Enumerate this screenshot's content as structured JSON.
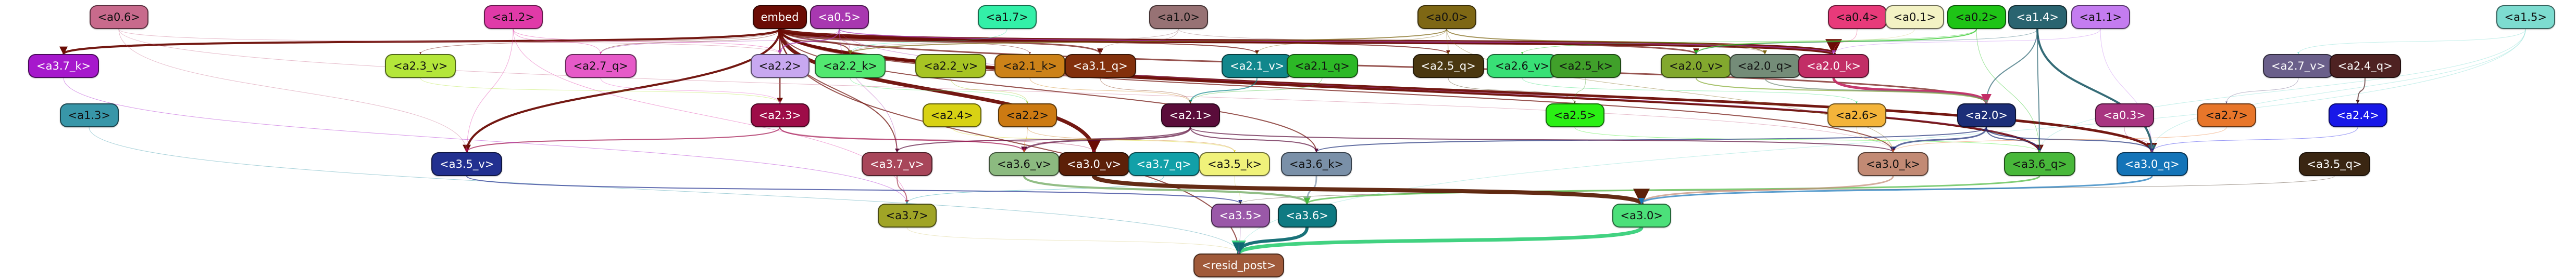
{
  "colors": {
    "background": "#ffffff"
  },
  "nodes": [
    {
      "id": "a0_6",
      "label": "<a0.6>",
      "fill": "#c86a8c",
      "dark": false
    },
    {
      "id": "a1_2",
      "label": "<a1.2>",
      "fill": "#e03aa8",
      "dark": false
    },
    {
      "id": "embed",
      "label": "embed",
      "fill": "#6b0c05",
      "dark": true
    },
    {
      "id": "a0_5",
      "label": "<a0.5>",
      "fill": "#a838b0",
      "dark": true
    },
    {
      "id": "a1_7",
      "label": "<a1.7>",
      "fill": "#33f0a8",
      "dark": false
    },
    {
      "id": "a1_0",
      "label": "<a1.0>",
      "fill": "#977274",
      "dark": false
    },
    {
      "id": "a0_0",
      "label": "<a0.0>",
      "fill": "#7e6714",
      "dark": false
    },
    {
      "id": "a0_4",
      "label": "<a0.4>",
      "fill": "#e83a7a",
      "dark": false
    },
    {
      "id": "a0_1",
      "label": "<a0.1>",
      "fill": "#f3f2c4",
      "dark": false
    },
    {
      "id": "a0_2",
      "label": "<a0.2>",
      "fill": "#1ec416",
      "dark": false
    },
    {
      "id": "a1_4",
      "label": "<a1.4>",
      "fill": "#2a6470",
      "dark": true
    },
    {
      "id": "a1_1",
      "label": "<a1.1>",
      "fill": "#c47cf0",
      "dark": false
    },
    {
      "id": "a1_5",
      "label": "<a1.5>",
      "fill": "#7ddcd0",
      "dark": false
    },
    {
      "id": "a3_7_k",
      "label": "<a3.7_k>",
      "fill": "#a618cc",
      "dark": true
    },
    {
      "id": "a2_3_v",
      "label": "<a2.3_v>",
      "fill": "#b4e63a",
      "dark": false
    },
    {
      "id": "a2_7_q",
      "label": "<a2.7_q>",
      "fill": "#e65ac8",
      "dark": false
    },
    {
      "id": "a2_2",
      "label": "<a2.2>",
      "fill": "#c8a8f0",
      "dark": false
    },
    {
      "id": "a2_2_k",
      "label": "<a2.2_k>",
      "fill": "#52e870",
      "dark": false
    },
    {
      "id": "a2_2_v",
      "label": "<a2.2_v>",
      "fill": "#a7c423",
      "dark": false
    },
    {
      "id": "a2_1_k",
      "label": "<a2.1_k>",
      "fill": "#cc8218",
      "dark": false
    },
    {
      "id": "a3_1_q",
      "label": "<a3.1_q>",
      "fill": "#82300c",
      "dark": true
    },
    {
      "id": "a2_1_v",
      "label": "<a2.1_v>",
      "fill": "#11878c",
      "dark": true
    },
    {
      "id": "a2_1_q",
      "label": "<a2.1_q>",
      "fill": "#2cb826",
      "dark": false
    },
    {
      "id": "a2_5_q",
      "label": "<a2.5_q>",
      "fill": "#4a3710",
      "dark": true
    },
    {
      "id": "a2_6_v",
      "label": "<a2.6_v>",
      "fill": "#38e076",
      "dark": false
    },
    {
      "id": "a2_5_k",
      "label": "<a2.5_k>",
      "fill": "#40a02a",
      "dark": false
    },
    {
      "id": "a2_0_v",
      "label": "<a2.0_v>",
      "fill": "#82a82e",
      "dark": false
    },
    {
      "id": "a2_0_q",
      "label": "<a2.0_q>",
      "fill": "#748c78",
      "dark": false
    },
    {
      "id": "a2_0_k",
      "label": "<a2.0_k>",
      "fill": "#c22e66",
      "dark": true
    },
    {
      "id": "a2_7_v",
      "label": "<a2.7_v>",
      "fill": "#6a5f8a",
      "dark": true
    },
    {
      "id": "a2_4_q",
      "label": "<a2.4_q>",
      "fill": "#4e2222",
      "dark": true
    },
    {
      "id": "a1_3",
      "label": "<a1.3>",
      "fill": "#3896a8",
      "dark": false
    },
    {
      "id": "a2_3",
      "label": "<a2.3>",
      "fill": "#9e0c48",
      "dark": true
    },
    {
      "id": "a2_4",
      "label": "<a2.4>",
      "fill": "#d8d214",
      "dark": false
    },
    {
      "id": "a2_2b",
      "label": "<a2.2>",
      "fill": "#cc7a12",
      "dark": false
    },
    {
      "id": "a2_1",
      "label": "<a2.1>",
      "fill": "#5a0c3a",
      "dark": true
    },
    {
      "id": "a2_5",
      "label": "<a2.5>",
      "fill": "#2af014",
      "dark": false
    },
    {
      "id": "a2_6",
      "label": "<a2.6>",
      "fill": "#f4b43a",
      "dark": false
    },
    {
      "id": "a2_0",
      "label": "<a2.0>",
      "fill": "#1c2e78",
      "dark": true
    },
    {
      "id": "a0_3",
      "label": "<a0.3>",
      "fill": "#a83480",
      "dark": true
    },
    {
      "id": "a2_7",
      "label": "<a2.7>",
      "fill": "#e8762a",
      "dark": false
    },
    {
      "id": "a2_4b",
      "label": "<a2.4>",
      "fill": "#1818e8",
      "dark": true
    },
    {
      "id": "a3_5_v",
      "label": "<a3.5_v>",
      "fill": "#223090",
      "dark": true
    },
    {
      "id": "a3_7_v",
      "label": "<a3.7_v>",
      "fill": "#a8465a",
      "dark": true
    },
    {
      "id": "a3_6_v",
      "label": "<a3.6_v>",
      "fill": "#8cba80",
      "dark": false
    },
    {
      "id": "a3_0_v",
      "label": "<a3.0_v>",
      "fill": "#5c2008",
      "dark": true
    },
    {
      "id": "a3_7_q",
      "label": "<a3.7_q>",
      "fill": "#12a0a8",
      "dark": true
    },
    {
      "id": "a3_5_k",
      "label": "<a3.5_k>",
      "fill": "#f0f27a",
      "dark": false
    },
    {
      "id": "a3_6_k",
      "label": "<a3.6_k>",
      "fill": "#7a90a8",
      "dark": false
    },
    {
      "id": "a3_0_k",
      "label": "<a3.0_k>",
      "fill": "#c28a74",
      "dark": false
    },
    {
      "id": "a3_6_q",
      "label": "<a3.6_q>",
      "fill": "#48b83a",
      "dark": false
    },
    {
      "id": "a3_0_q",
      "label": "<a3.0_q>",
      "fill": "#1474b8",
      "dark": true
    },
    {
      "id": "a3_5_q",
      "label": "<a3.5_q>",
      "fill": "#3a2612",
      "dark": true
    },
    {
      "id": "a3_7",
      "label": "<a3.7>",
      "fill": "#a0a426",
      "dark": false
    },
    {
      "id": "a3_5",
      "label": "<a3.5>",
      "fill": "#9a58a8",
      "dark": true
    },
    {
      "id": "a3_6",
      "label": "<a3.6>",
      "fill": "#0e7a82",
      "dark": true
    },
    {
      "id": "a3_0",
      "label": "<a3.0>",
      "fill": "#4ce07a",
      "dark": false
    },
    {
      "id": "resid_post",
      "label": "<resid_post>",
      "fill": "#a05a3a",
      "dark": true
    }
  ],
  "edges": [
    {
      "from": "embed",
      "to": "a2_0_k",
      "color": "#6b0c05",
      "weight": 8
    },
    {
      "from": "embed",
      "to": "a3_0_v",
      "color": "#6b0c05",
      "weight": 7
    },
    {
      "from": "embed",
      "to": "a3_0_q",
      "color": "#6b0c05",
      "weight": 5
    },
    {
      "from": "embed",
      "to": "a3_6_q",
      "color": "#6b0c05",
      "weight": 4
    },
    {
      "from": "embed",
      "to": "a3_7_k",
      "color": "#6b0c05",
      "weight": 4
    },
    {
      "from": "embed",
      "to": "a3_5_v",
      "color": "#6b0c05",
      "weight": 4
    },
    {
      "from": "embed",
      "to": "a2_3",
      "color": "#6b0c05",
      "weight": 3
    },
    {
      "from": "embed",
      "to": "a3_1_q",
      "color": "#6b0c05",
      "weight": 3
    },
    {
      "from": "embed",
      "to": "a2_0_v",
      "color": "#6b0c05",
      "weight": 3
    },
    {
      "from": "embed",
      "to": "a2_0",
      "color": "#6b0c05",
      "weight": 3
    },
    {
      "from": "embed",
      "to": "a3_0_k",
      "color": "#6b0c05",
      "weight": 2
    },
    {
      "from": "embed",
      "to": "a2_2",
      "color": "#6b0c05",
      "weight": 2
    },
    {
      "from": "embed",
      "to": "a2_2_k",
      "color": "#6b0c05",
      "weight": 2
    },
    {
      "from": "embed",
      "to": "a2_5_q",
      "color": "#6b0c05",
      "weight": 2
    },
    {
      "from": "embed",
      "to": "a2_1_v",
      "color": "#6b0c05",
      "weight": 2
    },
    {
      "from": "embed",
      "to": "a3_6_k",
      "color": "#6b0c05",
      "weight": 2
    },
    {
      "from": "embed",
      "to": "a3_7_v",
      "color": "#6b0c05",
      "weight": 2
    },
    {
      "from": "embed",
      "to": "a2_7_q",
      "color": "#6b0c05",
      "weight": 1
    },
    {
      "from": "embed",
      "to": "a2_3_v",
      "color": "#6b0c05",
      "weight": 1
    },
    {
      "from": "embed",
      "to": "a2_1_k",
      "color": "#6b0c05",
      "weight": 1
    },
    {
      "from": "embed",
      "to": "resid_post",
      "color": "#6b0c05",
      "weight": 2
    },
    {
      "from": "a0_5",
      "to": "a2_2",
      "color": "#a838b0",
      "weight": 2
    },
    {
      "from": "a0_5",
      "to": "a2_0_k",
      "color": "#a838b0",
      "weight": 2
    },
    {
      "from": "a0_5",
      "to": "a3_7_v",
      "color": "#a838b0",
      "weight": 1
    },
    {
      "from": "a0_5",
      "to": "a2_2_k",
      "color": "#a838b0",
      "weight": 1
    },
    {
      "from": "a0_5",
      "to": "a3_6_q",
      "color": "#a838b0",
      "weight": 1
    },
    {
      "from": "a0_5",
      "to": "a2_7_q",
      "color": "#a838b0",
      "weight": 1
    },
    {
      "from": "a1_2",
      "to": "a2_2",
      "color": "#e03aa8",
      "weight": 1
    },
    {
      "from": "a1_2",
      "to": "a3_5_v",
      "color": "#e03aa8",
      "weight": 1
    },
    {
      "from": "a1_2",
      "to": "a2_7_q",
      "color": "#e03aa8",
      "weight": 1
    },
    {
      "from": "a1_2",
      "to": "a3_7",
      "color": "#e03aa8",
      "weight": 1
    },
    {
      "from": "a0_6",
      "to": "a3_5_v",
      "color": "#c86a8c",
      "weight": 1
    },
    {
      "from": "a0_6",
      "to": "a2_2",
      "color": "#c86a8c",
      "weight": 1
    },
    {
      "from": "a0_6",
      "to": "a3_0_k",
      "color": "#c86a8c",
      "weight": 1
    },
    {
      "from": "a1_7",
      "to": "a2_2_k",
      "color": "#33f0a8",
      "weight": 1
    },
    {
      "from": "a1_0",
      "to": "a2_0_q",
      "color": "#977274",
      "weight": 1
    },
    {
      "from": "a1_0",
      "to": "a2_2_k",
      "color": "#977274",
      "weight": 1
    },
    {
      "from": "a1_0",
      "to": "a3_1_q",
      "color": "#977274",
      "weight": 1
    },
    {
      "from": "a0_0",
      "to": "a2_2_k",
      "color": "#7e6714",
      "weight": 2
    },
    {
      "from": "a0_0",
      "to": "a2_0_q",
      "color": "#7e6714",
      "weight": 2
    },
    {
      "from": "a0_0",
      "to": "a3_0_k",
      "color": "#7e6714",
      "weight": 1
    },
    {
      "from": "a0_0",
      "to": "a2_5_q",
      "color": "#7e6714",
      "weight": 1
    },
    {
      "from": "a0_0",
      "to": "a2_1_v",
      "color": "#7e6714",
      "weight": 1
    },
    {
      "from": "a0_2",
      "to": "a2_0_v",
      "color": "#1ec416",
      "weight": 2
    },
    {
      "from": "a0_2",
      "to": "a3_6_q",
      "color": "#1ec416",
      "weight": 1
    },
    {
      "from": "a0_2",
      "to": "a2_6_v",
      "color": "#1ec416",
      "weight": 1
    },
    {
      "from": "a0_4",
      "to": "a2_0_k",
      "color": "#e83a7a",
      "weight": 1
    },
    {
      "from": "a0_1",
      "to": "a2_0_v",
      "color": "#d8d28a",
      "weight": 1
    },
    {
      "from": "a1_4",
      "to": "a3_0_q",
      "color": "#2a6470",
      "weight": 4
    },
    {
      "from": "a1_4",
      "to": "a3_6_q",
      "color": "#2a6470",
      "weight": 2
    },
    {
      "from": "a1_4",
      "to": "a2_0",
      "color": "#2a6470",
      "weight": 2
    },
    {
      "from": "a1_4",
      "to": "a2_0_v",
      "color": "#2a6470",
      "weight": 1
    },
    {
      "from": "a1_1",
      "to": "a3_0_q",
      "color": "#c47cf0",
      "weight": 1
    },
    {
      "from": "a1_1",
      "to": "a2_0_k",
      "color": "#c47cf0",
      "weight": 1
    },
    {
      "from": "a1_5",
      "to": "a3_0_q",
      "color": "#7ddcd0",
      "weight": 1
    },
    {
      "from": "a1_5",
      "to": "a3_6_q",
      "color": "#7ddcd0",
      "weight": 1
    },
    {
      "from": "a1_5",
      "to": "a2_7_v",
      "color": "#7ddcd0",
      "weight": 1
    },
    {
      "from": "a1_5",
      "to": "resid_post",
      "color": "#7ddcd0",
      "weight": 1
    },
    {
      "from": "a1_3",
      "to": "resid_post",
      "color": "#3896a8",
      "weight": 1
    },
    {
      "from": "a2_0_k",
      "to": "a2_0",
      "color": "#c22e66",
      "weight": 5
    },
    {
      "from": "a2_0_v",
      "to": "a2_0",
      "color": "#82a82e",
      "weight": 2
    },
    {
      "from": "a2_0_q",
      "to": "a2_0",
      "color": "#748c78",
      "weight": 2
    },
    {
      "from": "a2_2_k",
      "to": "a2_2b",
      "color": "#52e870",
      "weight": 1
    },
    {
      "from": "a2_2_v",
      "to": "a2_2b",
      "color": "#a7c423",
      "weight": 1
    },
    {
      "from": "a2_1_v",
      "to": "a2_1",
      "color": "#11878c",
      "weight": 2
    },
    {
      "from": "a2_1_q",
      "to": "a2_1",
      "color": "#2cb826",
      "weight": 1
    },
    {
      "from": "a2_1_k",
      "to": "a2_1",
      "color": "#cc8218",
      "weight": 1
    },
    {
      "from": "a2_5_k",
      "to": "a2_5",
      "color": "#40a02a",
      "weight": 1
    },
    {
      "from": "a2_5_q",
      "to": "a2_5",
      "color": "#4a3710",
      "weight": 1
    },
    {
      "from": "a2_6_v",
      "to": "a2_6",
      "color": "#38e076",
      "weight": 1
    },
    {
      "from": "a2_7_v",
      "to": "a2_7",
      "color": "#6a5f8a",
      "weight": 1
    },
    {
      "from": "a2_4_q",
      "to": "a2_4b",
      "color": "#4e2222",
      "weight": 2
    },
    {
      "from": "a2_3_v",
      "to": "a2_3",
      "color": "#b4e63a",
      "weight": 1
    },
    {
      "from": "a2_7_q",
      "to": "a2_3",
      "color": "#e65ac8",
      "weight": 1
    },
    {
      "from": "a3_1_q",
      "to": "a2_1",
      "color": "#82300c",
      "weight": 1
    },
    {
      "from": "a2_0",
      "to": "a3_0_k",
      "color": "#1c2e78",
      "weight": 3
    },
    {
      "from": "a2_0",
      "to": "a3_6_q",
      "color": "#1c2e78",
      "weight": 2
    },
    {
      "from": "a2_0",
      "to": "a3_6_k",
      "color": "#1c2e78",
      "weight": 2
    },
    {
      "from": "a2_0",
      "to": "a3_0_q",
      "color": "#1c2e78",
      "weight": 2
    },
    {
      "from": "a2_1",
      "to": "a3_6_v",
      "color": "#5a0c3a",
      "weight": 3
    },
    {
      "from": "a2_1",
      "to": "a3_7_v",
      "color": "#5a0c3a",
      "weight": 2
    },
    {
      "from": "a2_1",
      "to": "a3_0_k",
      "color": "#5a0c3a",
      "weight": 2
    },
    {
      "from": "a2_1",
      "to": "a3_6_k",
      "color": "#5a0c3a",
      "weight": 2
    },
    {
      "from": "a2_3",
      "to": "a3_5_v",
      "color": "#9e0c48",
      "weight": 2
    },
    {
      "from": "a2_3",
      "to": "a3_6_v",
      "color": "#9e0c48",
      "weight": 2
    },
    {
      "from": "a2_3",
      "to": "a3_0_v",
      "color": "#9e0c48",
      "weight": 1
    },
    {
      "from": "a2_2b",
      "to": "a3_6_v",
      "color": "#cc7a12",
      "weight": 1
    },
    {
      "from": "a2_2b",
      "to": "a3_5_k",
      "color": "#cc7a12",
      "weight": 1
    },
    {
      "from": "a2_4",
      "to": "a3_5_k",
      "color": "#d8d214",
      "weight": 1
    },
    {
      "from": "a2_5",
      "to": "a3_6_q",
      "color": "#2af014",
      "weight": 1
    },
    {
      "from": "a2_6",
      "to": "a3_0_k",
      "color": "#f4b43a",
      "weight": 1
    },
    {
      "from": "a2_7",
      "to": "a3_0_k",
      "color": "#e8762a",
      "weight": 1
    },
    {
      "from": "a2_4b",
      "to": "a3_0_q",
      "color": "#1818e8",
      "weight": 1
    },
    {
      "from": "a0_3",
      "to": "a3_0_q",
      "color": "#a83480",
      "weight": 1
    },
    {
      "from": "a3_7_k",
      "to": "a3_7",
      "color": "#a618cc",
      "weight": 1
    },
    {
      "from": "a3_7_v",
      "to": "a3_7",
      "color": "#a8465a",
      "weight": 2
    },
    {
      "from": "a3_7_q",
      "to": "a3_7",
      "color": "#12a0a8",
      "weight": 1
    },
    {
      "from": "a3_5_v",
      "to": "a3_5",
      "color": "#223090",
      "weight": 2
    },
    {
      "from": "a3_5_k",
      "to": "a3_5",
      "color": "#d8d864",
      "weight": 1
    },
    {
      "from": "a3_5_q",
      "to": "a3_5",
      "color": "#3a2612",
      "weight": 1
    },
    {
      "from": "a3_6_v",
      "to": "a3_6",
      "color": "#8cba80",
      "weight": 4
    },
    {
      "from": "a3_6_k",
      "to": "a3_6",
      "color": "#7a90a8",
      "weight": 3
    },
    {
      "from": "a3_6_q",
      "to": "a3_6",
      "color": "#48b83a",
      "weight": 3
    },
    {
      "from": "a3_0_v",
      "to": "a3_0",
      "color": "#5c2008",
      "weight": 8
    },
    {
      "from": "a3_0_k",
      "to": "a3_0",
      "color": "#c28a74",
      "weight": 3
    },
    {
      "from": "a3_0_q",
      "to": "a3_0",
      "color": "#1474b8",
      "weight": 3
    },
    {
      "from": "a3_0",
      "to": "resid_post",
      "color": "#38d07a",
      "weight": 7
    },
    {
      "from": "a3_6",
      "to": "resid_post",
      "color": "#0e6a72",
      "weight": 6
    },
    {
      "from": "a3_7",
      "to": "resid_post",
      "color": "#d8cc80",
      "weight": 1
    },
    {
      "from": "a3_5",
      "to": "resid_post",
      "color": "#9a58a8",
      "weight": 1
    }
  ]
}
